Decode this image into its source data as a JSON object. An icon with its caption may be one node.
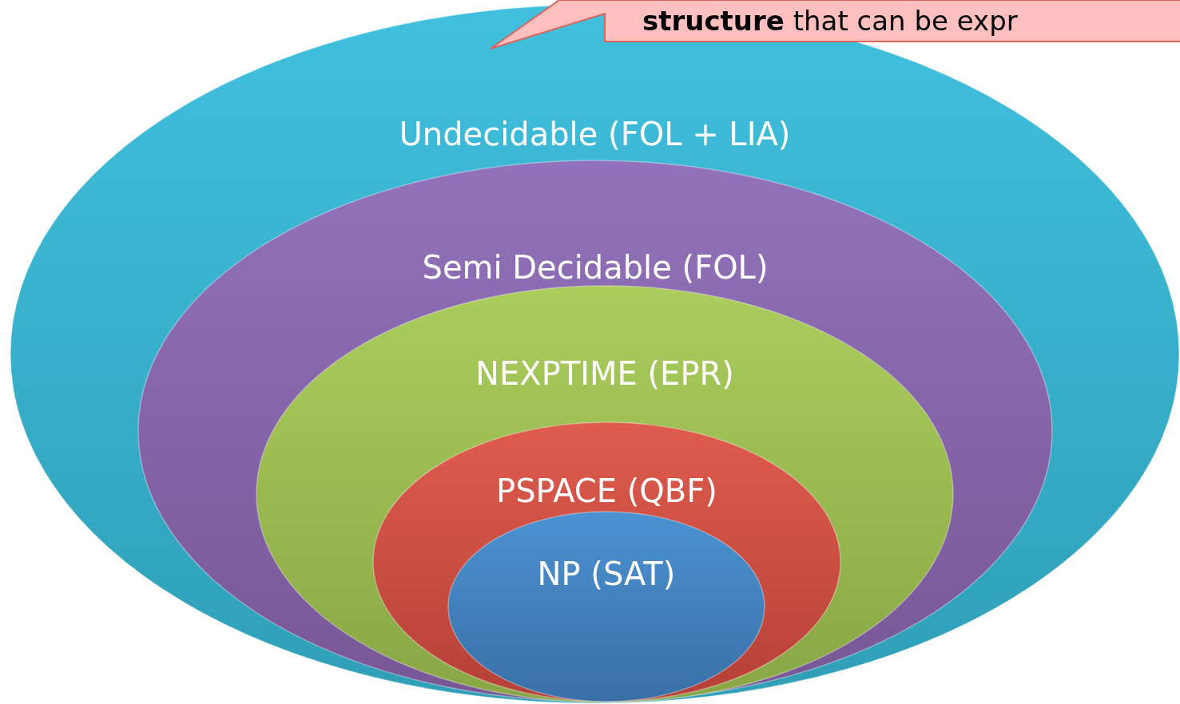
{
  "diagram": {
    "nodes": [
      {
        "text": [
          "**structure** that can be expr"
        ]
      },
      {
        "text": [
          "Undecidable (FOL + LIA)"
        ]
      },
      {
        "text": [
          "Semi Decidable (FOL)"
        ],
        "in": 1
      },
      {
        "text": [
          "NEXPTIME (EPR)"
        ],
        "in": 2
      },
      {
        "text": [
          "PSPACE (QBF)"
        ],
        "in": 3
      },
      {
        "text": [
          "NP (SAT)"
        ],
        "in": 4
      }
    ]
  }
}
